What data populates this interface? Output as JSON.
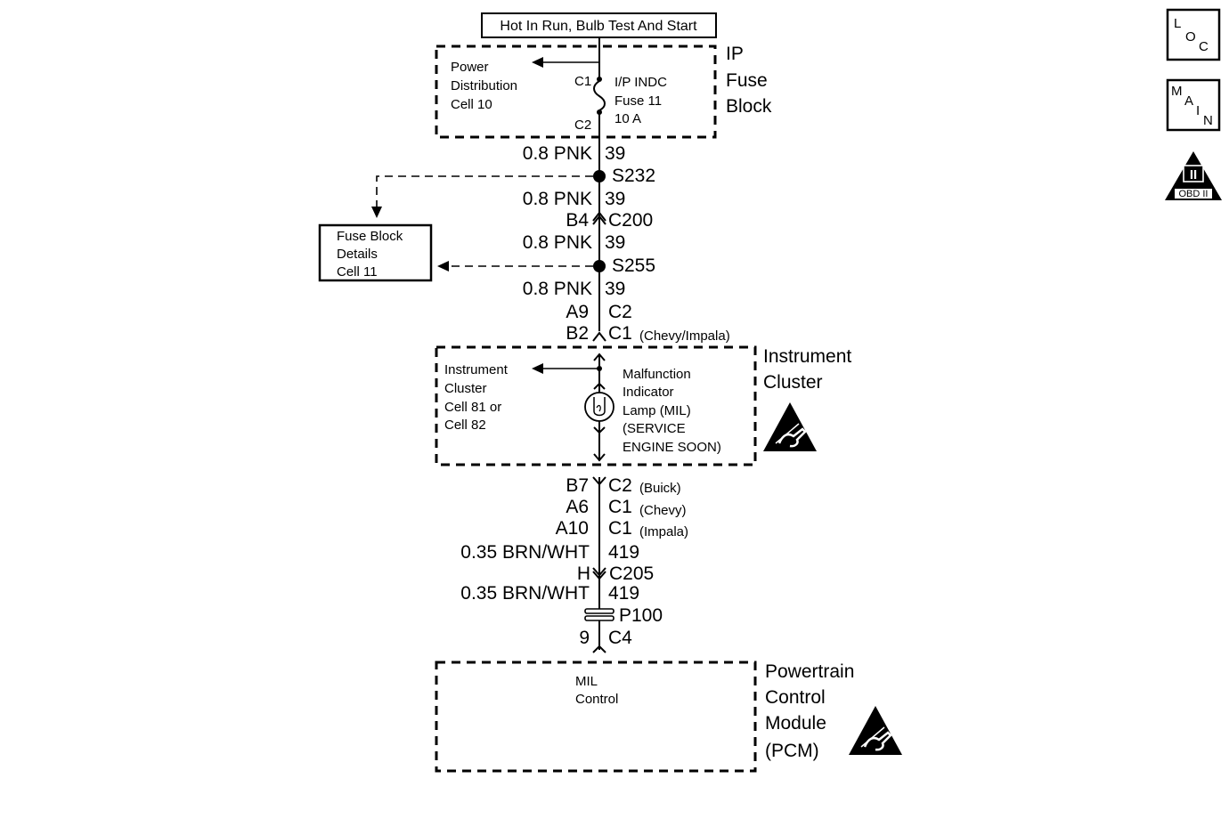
{
  "header": {
    "power_label": "Hot In Run, Bulb Test And Start"
  },
  "nav_icons": {
    "loc": [
      "L",
      "O",
      "C"
    ],
    "main": [
      "M",
      "A",
      "I",
      "N"
    ],
    "obd": {
      "numeral": "II",
      "caption": "OBD II"
    }
  },
  "fuse_block": {
    "name": [
      "IP",
      "Fuse",
      "Block"
    ],
    "ref": [
      "Power",
      "Distribution",
      "Cell 10"
    ],
    "fuse": [
      "I/P INDC",
      "Fuse 11",
      "10 A"
    ],
    "terminal_in": "C1",
    "terminal_out": "C2"
  },
  "circuit_upper": {
    "wire_color": "0.8 PNK",
    "circuit": "39",
    "splice_1": "S232",
    "connector_c200_pin": "B4",
    "connector_c200": "C200",
    "splice_2": "S255",
    "pins_a": [
      "A9",
      "C2"
    ],
    "pins_b": [
      "B2",
      "C1"
    ],
    "pins_b_note": "(Chevy/Impala)"
  },
  "fuse_details": [
    "Fuse Block",
    "Details",
    "Cell 11"
  ],
  "instrument_cluster": {
    "name": [
      "Instrument",
      "Cluster"
    ],
    "ref": [
      "Instrument",
      "Cluster",
      "Cell 81 or",
      "Cell 82"
    ],
    "lamp": [
      "Malfunction",
      "Indicator",
      "Lamp (MIL)",
      "(SERVICE",
      "ENGINE SOON)"
    ]
  },
  "circuit_lower": {
    "rows": [
      {
        "left": "B7",
        "right": "C2",
        "note": "(Buick)"
      },
      {
        "left": "A6",
        "right": "C1",
        "note": "(Chevy)"
      },
      {
        "left": "A10",
        "right": "C1",
        "note": "(Impala)"
      }
    ],
    "wire_color": "0.35 BRN/WHT",
    "circuit": "419",
    "connector_c205_pin": "H",
    "connector_c205": "C205",
    "passthrough": "P100",
    "pcm_pin": "9",
    "pcm_connector": "C4"
  },
  "pcm": {
    "name": [
      "Powertrain",
      "Control",
      "Module",
      "(PCM)"
    ],
    "function": [
      "MIL",
      "Control"
    ]
  }
}
